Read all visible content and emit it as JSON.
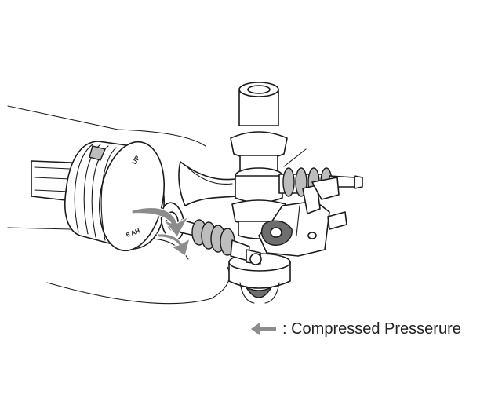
{
  "diagram": {
    "stamp_up": "UP",
    "stamp_6ah": "6 AH"
  },
  "legend": {
    "arrow_icon": "gray-left-arrow",
    "arrow_color": "#8c8c8c",
    "text": ": Compressed Presserure"
  }
}
